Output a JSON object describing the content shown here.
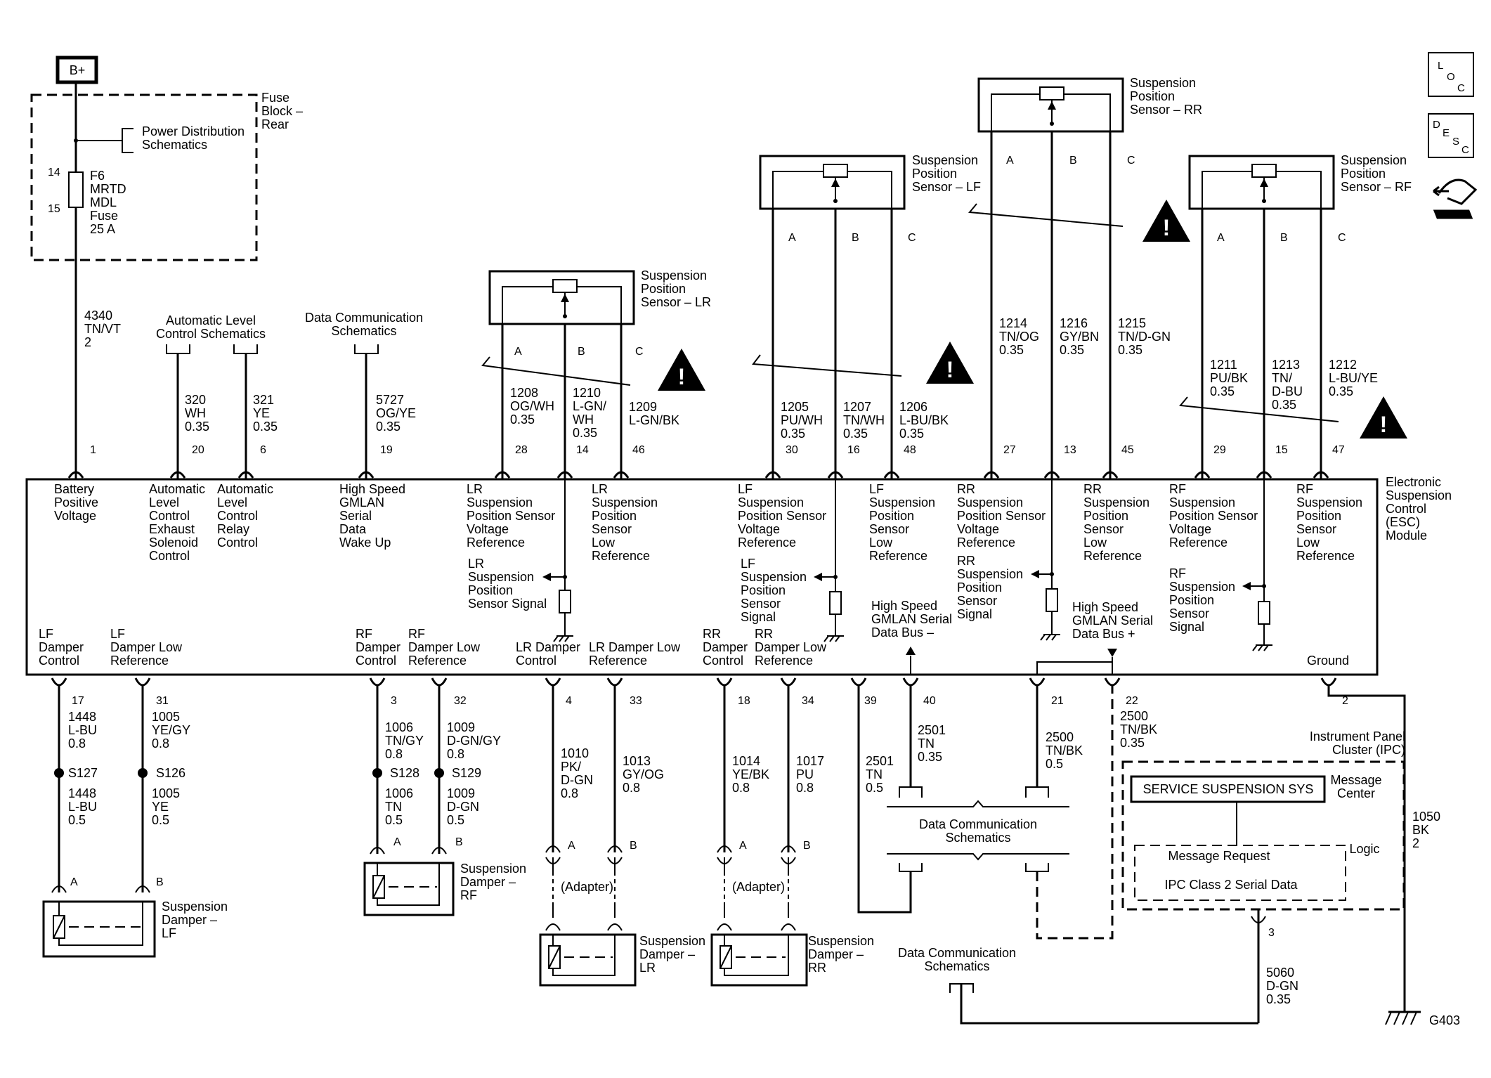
{
  "supply": {
    "bplus": "B+"
  },
  "fuse_block": {
    "title": [
      "Fuse",
      "Block –",
      "Rear"
    ],
    "power_dist": [
      "Power Distribution",
      "Schematics"
    ],
    "pin_in": "14",
    "pin_out": "15",
    "fuse": [
      "F6",
      "MRTD",
      "MDL",
      "Fuse",
      "25 A"
    ]
  },
  "top_wires": [
    {
      "id": "4340",
      "lines": [
        "4340",
        "TN/VT",
        "2"
      ],
      "pin": "1"
    },
    {
      "id": "320",
      "lines": [
        "320",
        "WH",
        "0.35"
      ],
      "pin": "20"
    },
    {
      "id": "321",
      "lines": [
        "321",
        "YE",
        "0.35"
      ],
      "pin": "6"
    },
    {
      "id": "5727",
      "lines": [
        "5727",
        "OG/YE",
        "0.35"
      ],
      "pin": "19"
    },
    {
      "id": "1208",
      "lines": [
        "1208",
        "OG/WH",
        "0.35"
      ],
      "pin": "28"
    },
    {
      "id": "1210",
      "lines": [
        "1210",
        "L-GN/",
        "WH",
        "0.35"
      ],
      "pin": "14"
    },
    {
      "id": "1209",
      "lines": [
        "1209",
        "L-GN/BK"
      ],
      "pin": "46"
    },
    {
      "id": "1205",
      "lines": [
        "1205",
        "PU/WH",
        "0.35"
      ],
      "pin": "30"
    },
    {
      "id": "1207",
      "lines": [
        "1207",
        "TN/WH",
        "0.35"
      ],
      "pin": "16"
    },
    {
      "id": "1206",
      "lines": [
        "1206",
        "L-BU/BK",
        "0.35"
      ],
      "pin": "48"
    },
    {
      "id": "1214",
      "lines": [
        "1214",
        "TN/OG",
        "0.35"
      ],
      "pin": "27"
    },
    {
      "id": "1216",
      "lines": [
        "1216",
        "GY/BN",
        "0.35"
      ],
      "pin": "13"
    },
    {
      "id": "1215",
      "lines": [
        "1215",
        "TN/D-GN",
        "0.35"
      ],
      "pin": "45"
    },
    {
      "id": "1211",
      "lines": [
        "1211",
        "PU/BK",
        "0.35"
      ],
      "pin": "29"
    },
    {
      "id": "1213",
      "lines": [
        "1213",
        "TN/",
        "D-BU",
        "0.35"
      ],
      "pin": "15"
    },
    {
      "id": "1212",
      "lines": [
        "1212",
        "L-BU/YE",
        "0.35"
      ],
      "pin": "47"
    }
  ],
  "top_refs": {
    "auto_level": [
      "Automatic Level",
      "Control Schematics"
    ],
    "data_comm": [
      "Data Communication",
      "Schematics"
    ]
  },
  "sensors": {
    "lr": [
      "Suspension",
      "Position",
      "Sensor – LR"
    ],
    "lf": [
      "Suspension",
      "Position",
      "Sensor – LF"
    ],
    "rr": [
      "Suspension",
      "Position",
      "Sensor – RR"
    ],
    "rf": [
      "Suspension",
      "Position",
      "Sensor – RF"
    ],
    "pins": [
      "A",
      "B",
      "C"
    ]
  },
  "module": {
    "title": [
      "Electronic",
      "Suspension",
      "Control",
      "(ESC)",
      "Module"
    ],
    "top_labels": [
      [
        "Battery",
        "Positive",
        "Voltage"
      ],
      [
        "Automatic",
        "Level",
        "Control",
        "Exhaust",
        "Solenoid",
        "Control"
      ],
      [
        "Automatic",
        "Level",
        "Control",
        "Relay",
        "Control"
      ],
      [
        "High Speed",
        "GMLAN",
        "Serial",
        "Data",
        "Wake Up"
      ],
      [
        "LR",
        "Suspension",
        "Position Sensor",
        "Voltage",
        "Reference"
      ],
      [
        "LR",
        "Suspension",
        "Position",
        "Sensor",
        "Low",
        "Reference"
      ],
      [
        "LF",
        "Suspension",
        "Position Sensor",
        "Voltage",
        "Reference"
      ],
      [
        "LF",
        "Suspension",
        "Position",
        "Sensor",
        "Low",
        "Reference"
      ],
      [
        "RR",
        "Suspension",
        "Position Sensor",
        "Voltage",
        "Reference"
      ],
      [
        "RR",
        "Suspension",
        "Position",
        "Sensor",
        "Low",
        "Reference"
      ],
      [
        "RF",
        "Suspension",
        "Position Sensor",
        "Voltage",
        "Reference"
      ],
      [
        "RF",
        "Suspension",
        "Position",
        "Sensor",
        "Low",
        "Reference"
      ]
    ],
    "signals": [
      [
        "LR",
        "Suspension",
        "Position",
        "Sensor Signal"
      ],
      [
        "LF",
        "Suspension",
        "Position",
        "Sensor",
        "Signal"
      ],
      [
        "RR",
        "Suspension",
        "Position",
        "Sensor",
        "Signal"
      ],
      [
        "RF",
        "Suspension",
        "Position",
        "Sensor",
        "Signal"
      ]
    ],
    "gmlan_minus": [
      "High Speed",
      "GMLAN Serial",
      "Data Bus –"
    ],
    "gmlan_plus": [
      "High Speed",
      "GMLAN Serial",
      "Data Bus +"
    ],
    "bottom_labels": [
      [
        "LF",
        "Damper",
        "Control"
      ],
      [
        "LF",
        "Damper Low",
        "Reference"
      ],
      [
        "RF",
        "Damper",
        "Control"
      ],
      [
        "RF",
        "Damper Low",
        "Reference"
      ],
      [
        "LR Damper",
        "Control"
      ],
      [
        "LR Damper Low",
        "Reference"
      ],
      [
        "RR",
        "Damper",
        "Control"
      ],
      [
        "RR",
        "Damper Low",
        "Reference"
      ],
      [
        "Ground"
      ]
    ]
  },
  "bottom_wires": [
    {
      "pin": "17",
      "a": [
        "1448",
        "L-BU",
        "0.8"
      ],
      "splice": "S127",
      "b": [
        "1448",
        "L-BU",
        "0.5"
      ]
    },
    {
      "pin": "31",
      "a": [
        "1005",
        "YE/GY",
        "0.8"
      ],
      "splice": "S126",
      "b": [
        "1005",
        "YE",
        "0.5"
      ]
    },
    {
      "pin": "3",
      "a": [
        "1006",
        "TN/GY",
        "0.8"
      ],
      "splice": "S128",
      "b": [
        "1006",
        "TN",
        "0.5"
      ]
    },
    {
      "pin": "32",
      "a": [
        "1009",
        "D-GN/GY",
        "0.8"
      ],
      "splice": "S129",
      "b": [
        "1009",
        "D-GN",
        "0.5"
      ]
    },
    {
      "pin": "4",
      "a": [
        "1010",
        "PK/",
        "D-GN",
        "0.8"
      ]
    },
    {
      "pin": "33",
      "a": [
        "1013",
        "GY/OG",
        "0.8"
      ]
    },
    {
      "pin": "18",
      "a": [
        "1014",
        "YE/BK",
        "0.8"
      ]
    },
    {
      "pin": "34",
      "a": [
        "1017",
        "PU",
        "0.8"
      ]
    },
    {
      "pin": "39",
      "a": [
        "2501",
        "TN",
        "0.5"
      ]
    },
    {
      "pin": "40",
      "a": [
        "2501",
        "TN",
        "0.35"
      ]
    },
    {
      "pin": "21",
      "a": [
        "2500",
        "TN/BK",
        "0.5"
      ]
    },
    {
      "pin": "22",
      "a": [
        "2500",
        "TN/BK",
        "0.35"
      ]
    },
    {
      "pin": "2",
      "a": [
        "1050",
        "BK",
        "2"
      ]
    }
  ],
  "dampers": {
    "lf": [
      "Suspension",
      "Damper –",
      "LF"
    ],
    "rf": [
      "Suspension",
      "Damper –",
      "RF"
    ],
    "lr": [
      "Suspension",
      "Damper –",
      "LR"
    ],
    "rr": [
      "Suspension",
      "Damper –",
      "RR"
    ],
    "adapter": "(Adapter)",
    "pins": [
      "A",
      "B"
    ]
  },
  "data_comm_mid": [
    "Data Communication",
    "Schematics"
  ],
  "data_comm_bottom": [
    "Data Communication",
    "Schematics"
  ],
  "ipc": {
    "title": [
      "Instrument Panel",
      "Cluster (IPC)"
    ],
    "message": "SERVICE SUSPENSION SYS",
    "message_center": [
      "Message",
      "Center"
    ],
    "logic": "Logic",
    "request": "Message Request",
    "class2": "IPC Class 2 Serial Data",
    "pin": "3",
    "wire": [
      "5060",
      "D-GN",
      "0.35"
    ]
  },
  "ground": "G403",
  "nav_icons": [
    "loc-icon",
    "desc-icon",
    "connector-hand-icon"
  ]
}
